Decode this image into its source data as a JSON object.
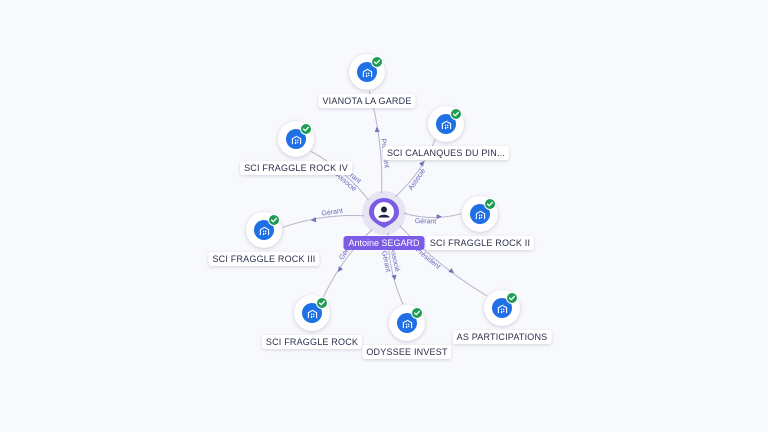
{
  "center": {
    "name": "Antoine SEGARD",
    "icon": "person-icon",
    "color": "#7b5ce6"
  },
  "companies": [
    {
      "id": "vianota",
      "name": "VIANOTA LA GARDE",
      "icon": "building-icon",
      "verified": true
    },
    {
      "id": "calanques",
      "name": "SCI CALANQUES DU PIN...",
      "icon": "building-icon",
      "verified": true
    },
    {
      "id": "fraggle4",
      "name": "SCI FRAGGLE ROCK IV",
      "icon": "building-icon",
      "verified": true
    },
    {
      "id": "fraggle2",
      "name": "SCI FRAGGLE ROCK II",
      "icon": "building-icon",
      "verified": true
    },
    {
      "id": "fraggle3",
      "name": "SCI FRAGGLE ROCK III",
      "icon": "building-icon",
      "verified": true
    },
    {
      "id": "fraggle",
      "name": "SCI FRAGGLE ROCK",
      "icon": "building-icon",
      "verified": true
    },
    {
      "id": "odyssee",
      "name": "ODYSSEE INVEST",
      "icon": "building-icon",
      "verified": true
    },
    {
      "id": "asparticipations",
      "name": "AS PARTICIPATIONS",
      "icon": "building-icon",
      "verified": true
    }
  ],
  "relations": [
    {
      "to": "vianota",
      "roles": [
        "Président"
      ]
    },
    {
      "to": "calanques",
      "roles": [
        "Associé"
      ]
    },
    {
      "to": "fraggle4",
      "roles": [
        "Gérant",
        "Associé"
      ]
    },
    {
      "to": "fraggle2",
      "roles": [
        "Gérant"
      ]
    },
    {
      "to": "fraggle3",
      "roles": [
        "Gérant"
      ]
    },
    {
      "to": "fraggle",
      "roles": [
        "Gérant"
      ]
    },
    {
      "to": "odyssee",
      "roles": [
        "Gérant",
        "Associé"
      ]
    },
    {
      "to": "asparticipations",
      "roles": [
        "Président"
      ]
    }
  ],
  "colors": {
    "company": "#1f6fe5",
    "verified": "#1f9d55",
    "edge": "#b7b4cf",
    "edge_label": "#6b62b8"
  }
}
